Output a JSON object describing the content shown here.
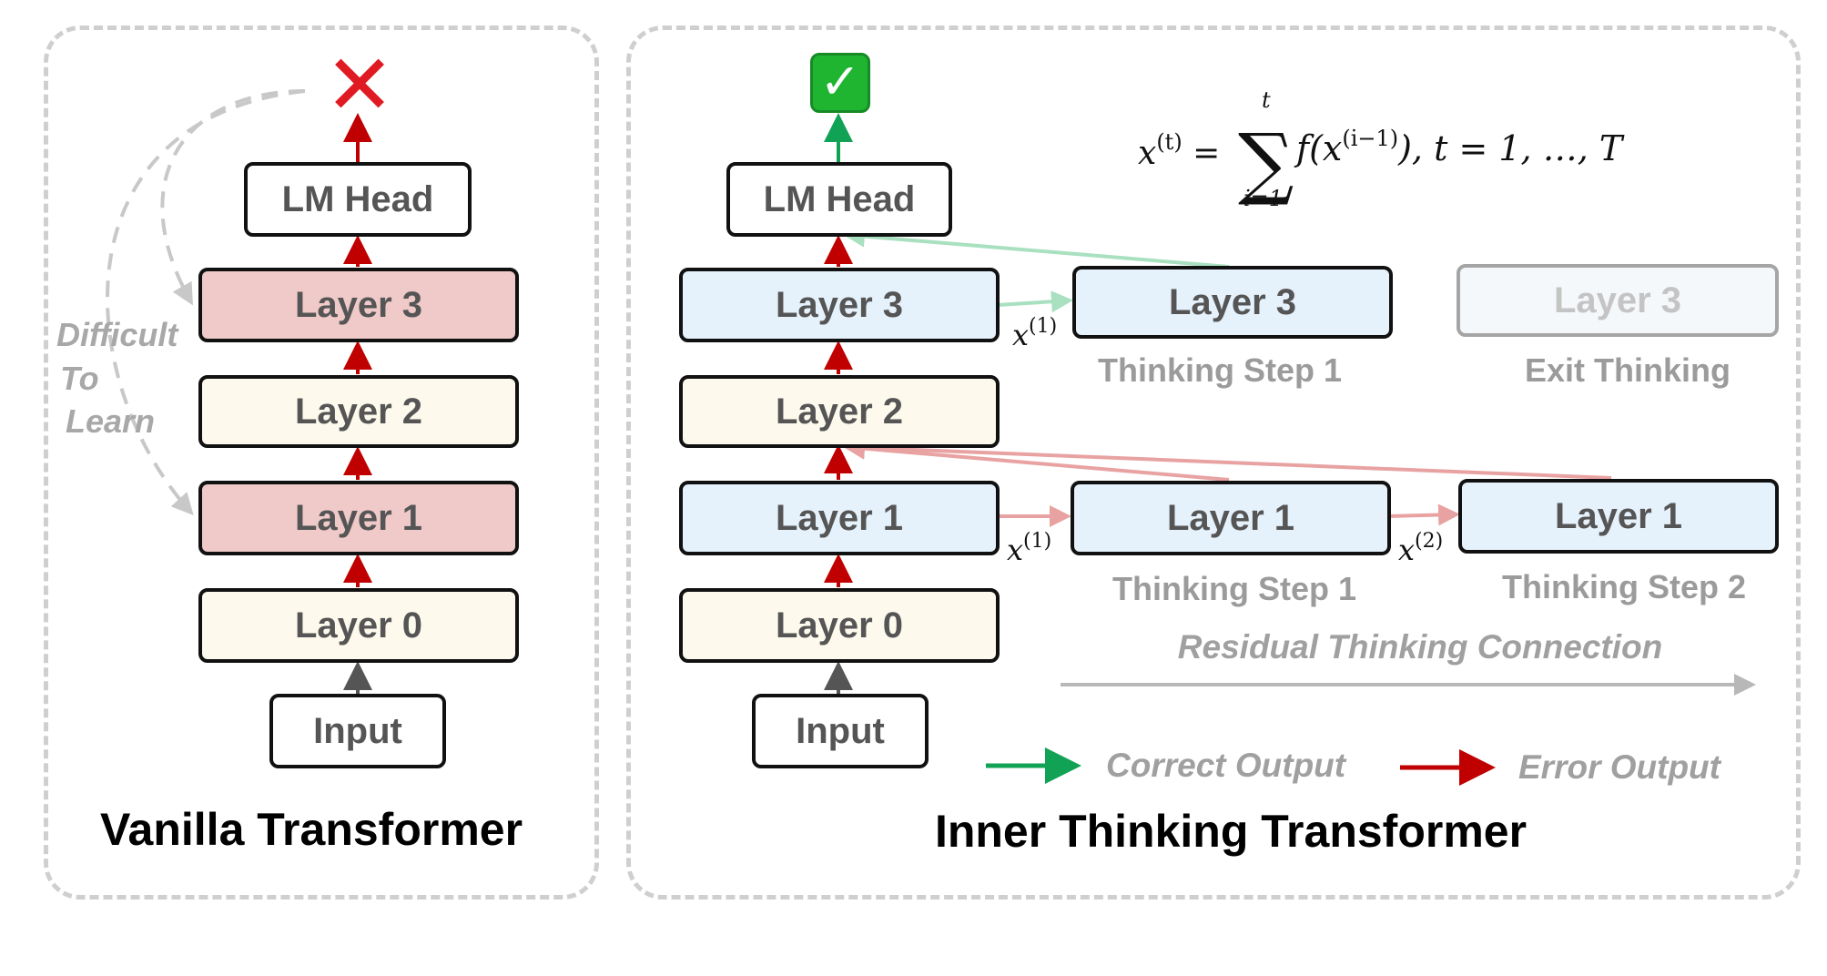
{
  "left": {
    "title": "Vanilla Transformer",
    "lm_head": "LM Head",
    "layers": [
      "Layer 3",
      "Layer 2",
      "Layer 1",
      "Layer 0"
    ],
    "input": "Input",
    "difficult": [
      "Difficult",
      "To",
      "Learn"
    ],
    "result_icon": "cross-mark-icon"
  },
  "right": {
    "title": "Inner Thinking Transformer",
    "lm_head": "LM Head",
    "layers": [
      "Layer 3",
      "Layer 2",
      "Layer 1",
      "Layer 0"
    ],
    "input": "Input",
    "result_icon": "check-mark-icon",
    "formula": {
      "lhs": "x",
      "lhs_sup": "(t)",
      "sum_top": "t",
      "sum_bottom": "i=1",
      "body": "f(x",
      "body_sup": "(i−1)",
      "tail": "), t = 1, …, T"
    },
    "think_layer3": {
      "label": "Layer 3",
      "caption": "Thinking Step 1",
      "edge": "x",
      "edge_sup": "(1)"
    },
    "exit_layer3": {
      "label": "Layer 3",
      "caption": "Exit Thinking"
    },
    "think_layer1_step1": {
      "label": "Layer 1",
      "caption": "Thinking Step 1",
      "edge": "x",
      "edge_sup": "(1)"
    },
    "think_layer1_step2": {
      "label": "Layer 1",
      "caption": "Thinking Step 2",
      "edge": "x",
      "edge_sup": "(2)"
    },
    "residual_label": "Residual Thinking Connection",
    "legend": {
      "correct": "Correct Output",
      "error": "Error Output"
    }
  },
  "colors": {
    "error": "#c00000",
    "correct": "#11a255",
    "residual_pink": "#e8a2a2",
    "residual_green": "#a8e0c0",
    "dashed": "#c8c8c8"
  }
}
